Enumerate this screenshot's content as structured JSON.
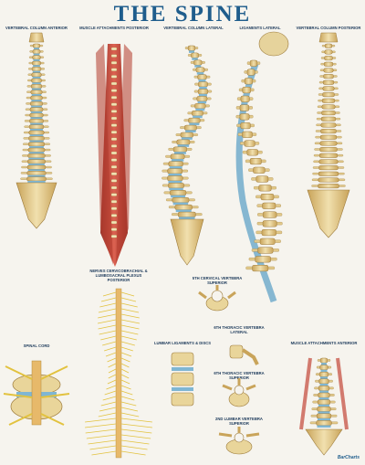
{
  "title": "THE SPINE",
  "sections": {
    "anterior": "VERTEBRAL COLUMN ANTERIOR",
    "muscle_posterior": "MUSCLE ATTACHMENTS POSTERIOR",
    "lateral": "VERTEBRAL COLUMN LATERAL",
    "ligaments_lateral": "LIGAMENTS LATERAL",
    "posterior": "VERTEBRAL COLUMN POSTERIOR",
    "nerves": "NERVES CERVICOBRACHIAL & LUMBOSACRAL PLEXUS POSTERIOR",
    "cervical5": "5TH CERVICAL VERTEBRA SUPERIOR",
    "thoracic6_lateral": "6TH THORACIC VERTEBRA LATERAL",
    "thoracic6_superior": "6TH THORACIC VERTEBRA SUPERIOR",
    "lumbar_ligaments": "LUMBAR LIGAMENTS & DISCS",
    "lumbar2": "2ND LUMBAR VERTEBRA SUPERIOR",
    "spinal_cord": "SPINAL CORD",
    "muscle_anterior": "MUSCLE ATTACHMENTS ANTERIOR"
  },
  "brand": "BarCharts",
  "colors": {
    "title": "#1f5d8c",
    "bone": "#e9d59a",
    "bone_dark": "#b89447",
    "disc": "#7fb6d3",
    "muscle": "#c0392b",
    "nerve": "#e2c23f"
  }
}
